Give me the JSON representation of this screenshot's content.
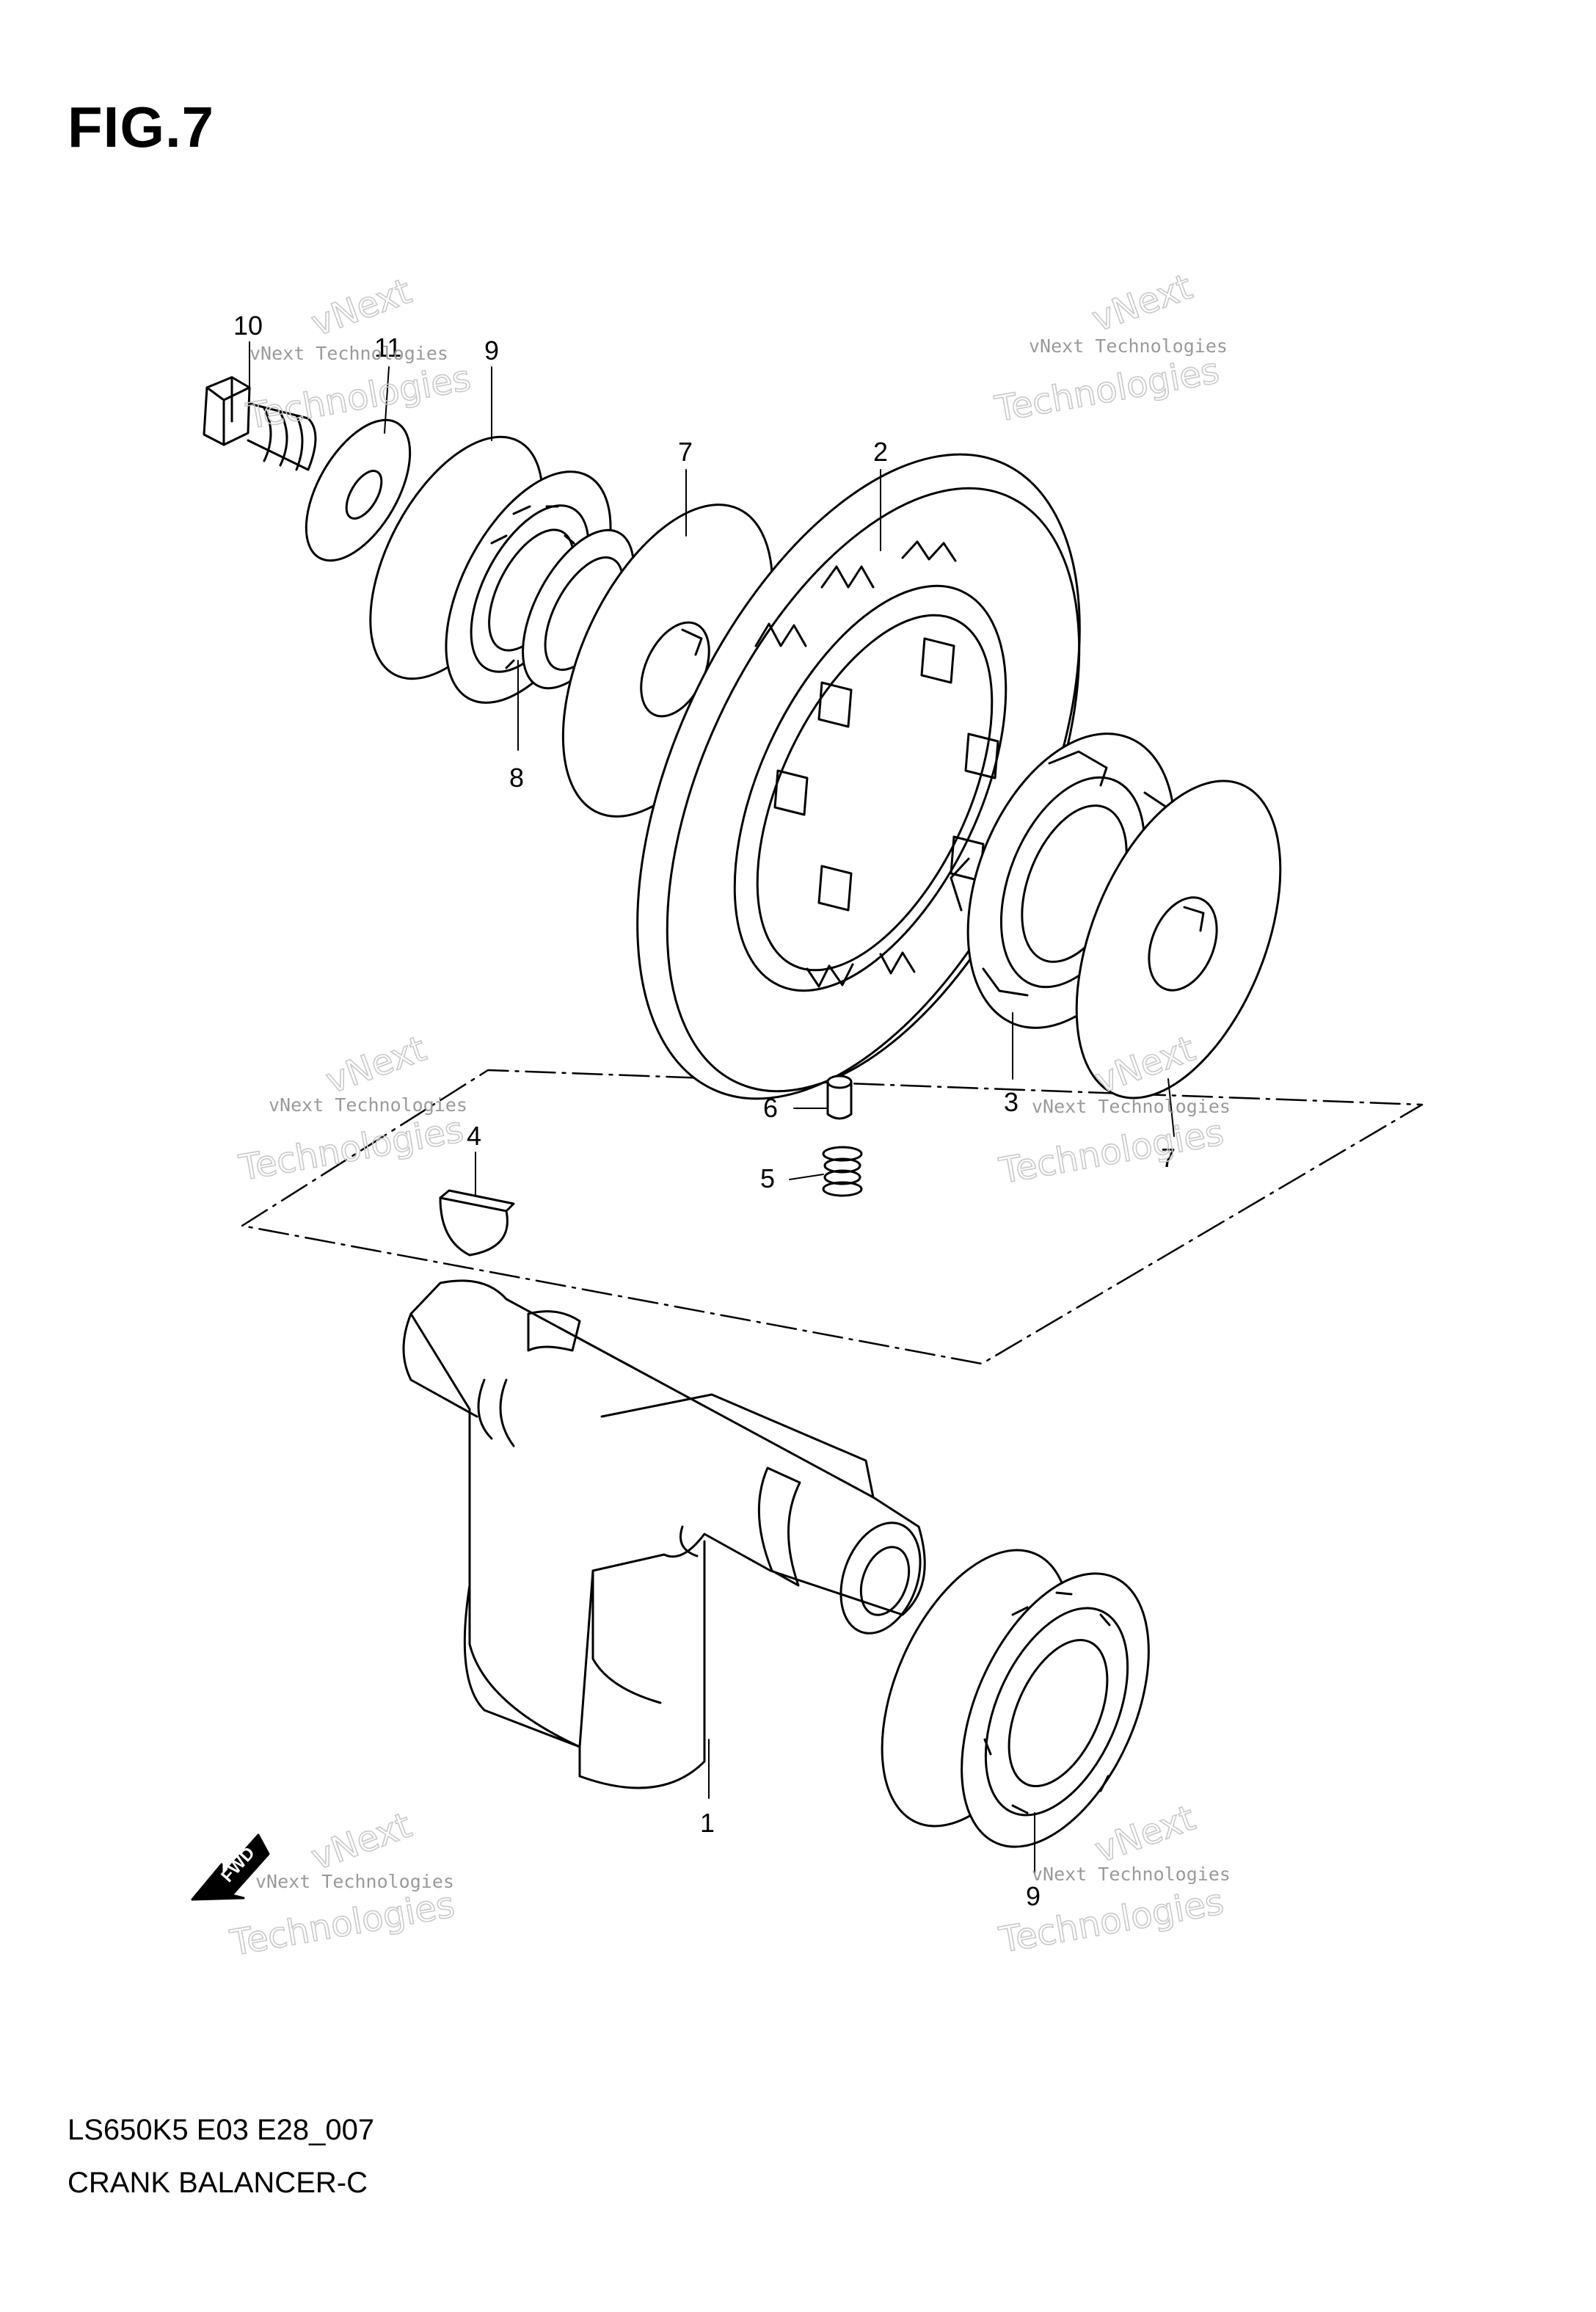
{
  "figure": {
    "title": "FIG.7"
  },
  "footer": {
    "model_code": "LS650K5 E03 E28_007",
    "assembly_name": "CRANK BALANCER-C"
  },
  "watermark": {
    "line1": "vNext Technologies",
    "line2": "vNext",
    "line3": "Technologies"
  },
  "fwd_marker": {
    "label": "FWD"
  },
  "callouts": [
    {
      "id": "c10",
      "text": "10"
    },
    {
      "id": "c11",
      "text": "11"
    },
    {
      "id": "c9a",
      "text": "9"
    },
    {
      "id": "c7a",
      "text": "7"
    },
    {
      "id": "c2",
      "text": "2"
    },
    {
      "id": "c8",
      "text": "8"
    },
    {
      "id": "c3",
      "text": "3"
    },
    {
      "id": "c7b",
      "text": "7"
    },
    {
      "id": "c6",
      "text": "6"
    },
    {
      "id": "c5",
      "text": "5"
    },
    {
      "id": "c4",
      "text": "4"
    },
    {
      "id": "c1",
      "text": "1"
    },
    {
      "id": "c9b",
      "text": "9"
    }
  ]
}
